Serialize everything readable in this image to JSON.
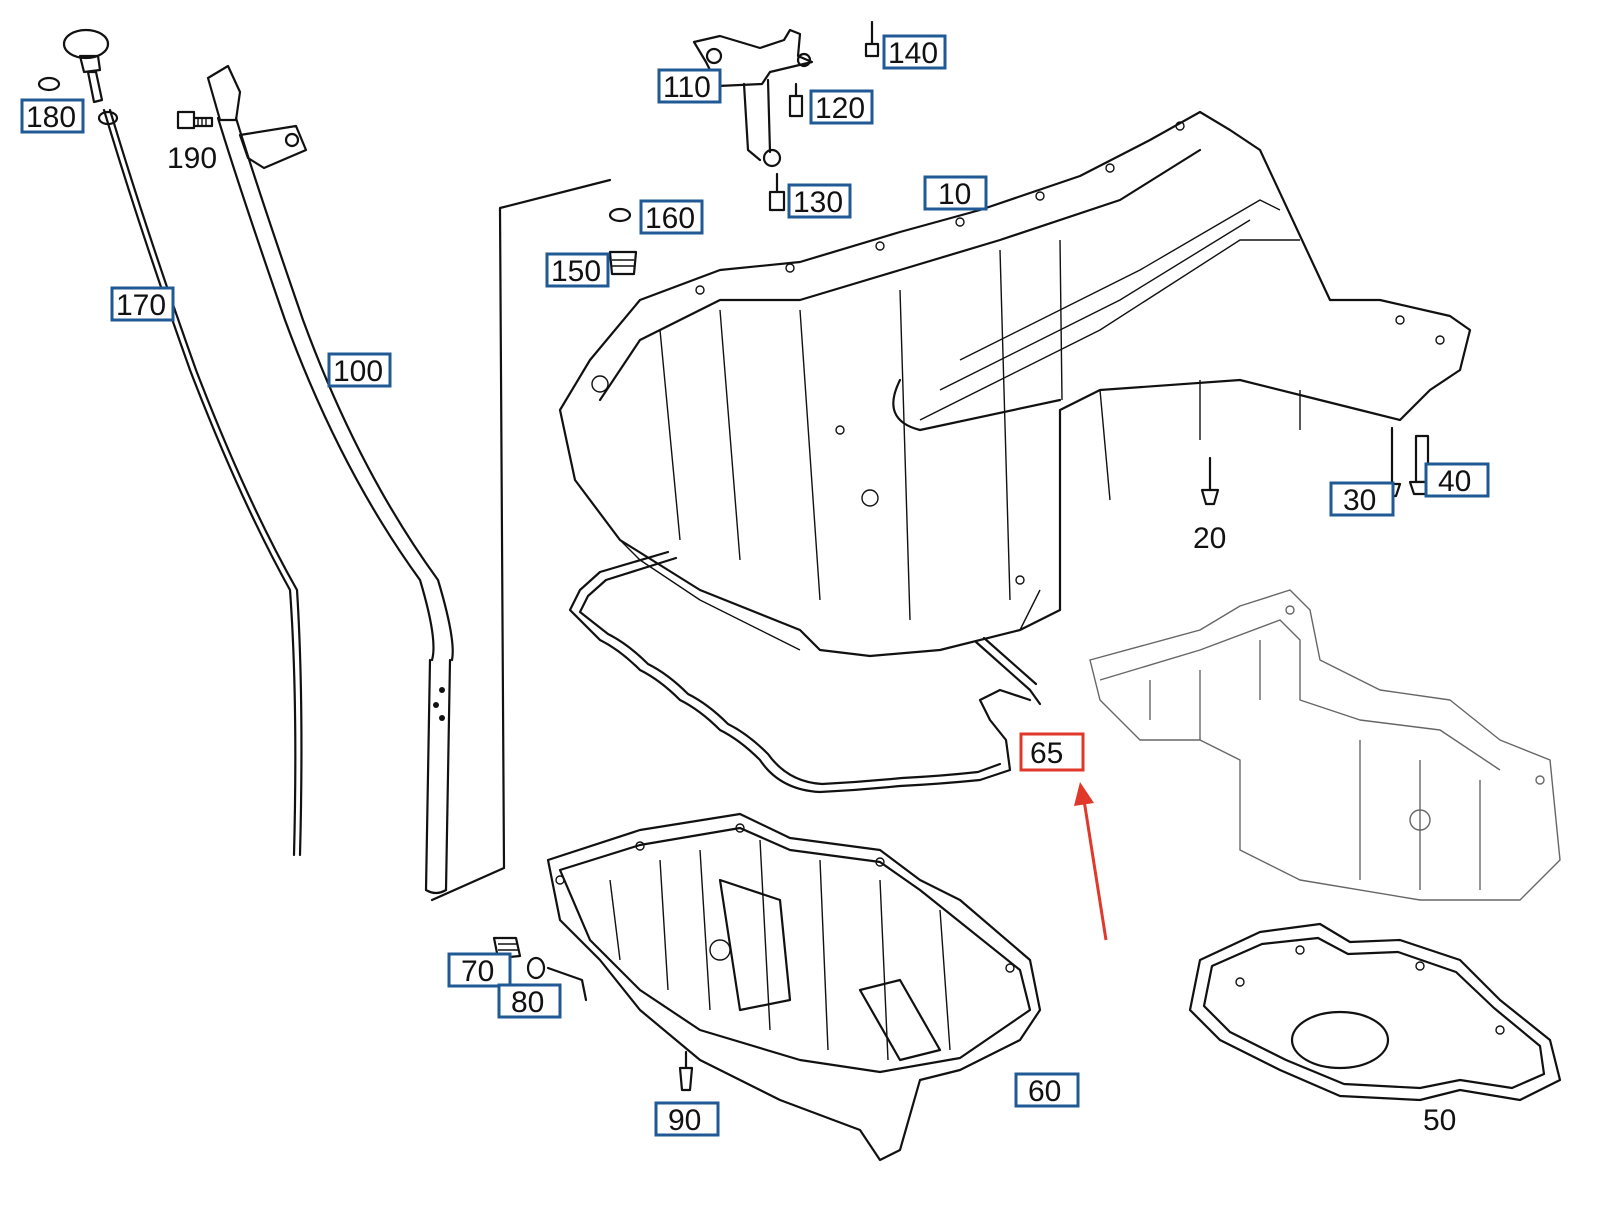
{
  "diagram": {
    "callouts": [
      {
        "id": "180",
        "text": "180"
      },
      {
        "id": "190",
        "text": "190"
      },
      {
        "id": "170",
        "text": "170"
      },
      {
        "id": "100",
        "text": "100"
      },
      {
        "id": "110",
        "text": "110"
      },
      {
        "id": "120",
        "text": "120"
      },
      {
        "id": "130",
        "text": "130"
      },
      {
        "id": "140",
        "text": "140"
      },
      {
        "id": "160",
        "text": "160"
      },
      {
        "id": "150",
        "text": "150"
      },
      {
        "id": "10",
        "text": "10"
      },
      {
        "id": "20",
        "text": "20"
      },
      {
        "id": "30",
        "text": "30"
      },
      {
        "id": "40",
        "text": "40"
      },
      {
        "id": "65",
        "text": "65"
      },
      {
        "id": "70",
        "text": "70"
      },
      {
        "id": "80",
        "text": "80"
      },
      {
        "id": "90",
        "text": "90"
      },
      {
        "id": "60",
        "text": "60"
      },
      {
        "id": "50",
        "text": "50"
      }
    ],
    "highlighted_part": "65",
    "colors": {
      "callout_border": "#1f5a94",
      "highlight": "#e0392b",
      "linework": "#111111"
    }
  }
}
